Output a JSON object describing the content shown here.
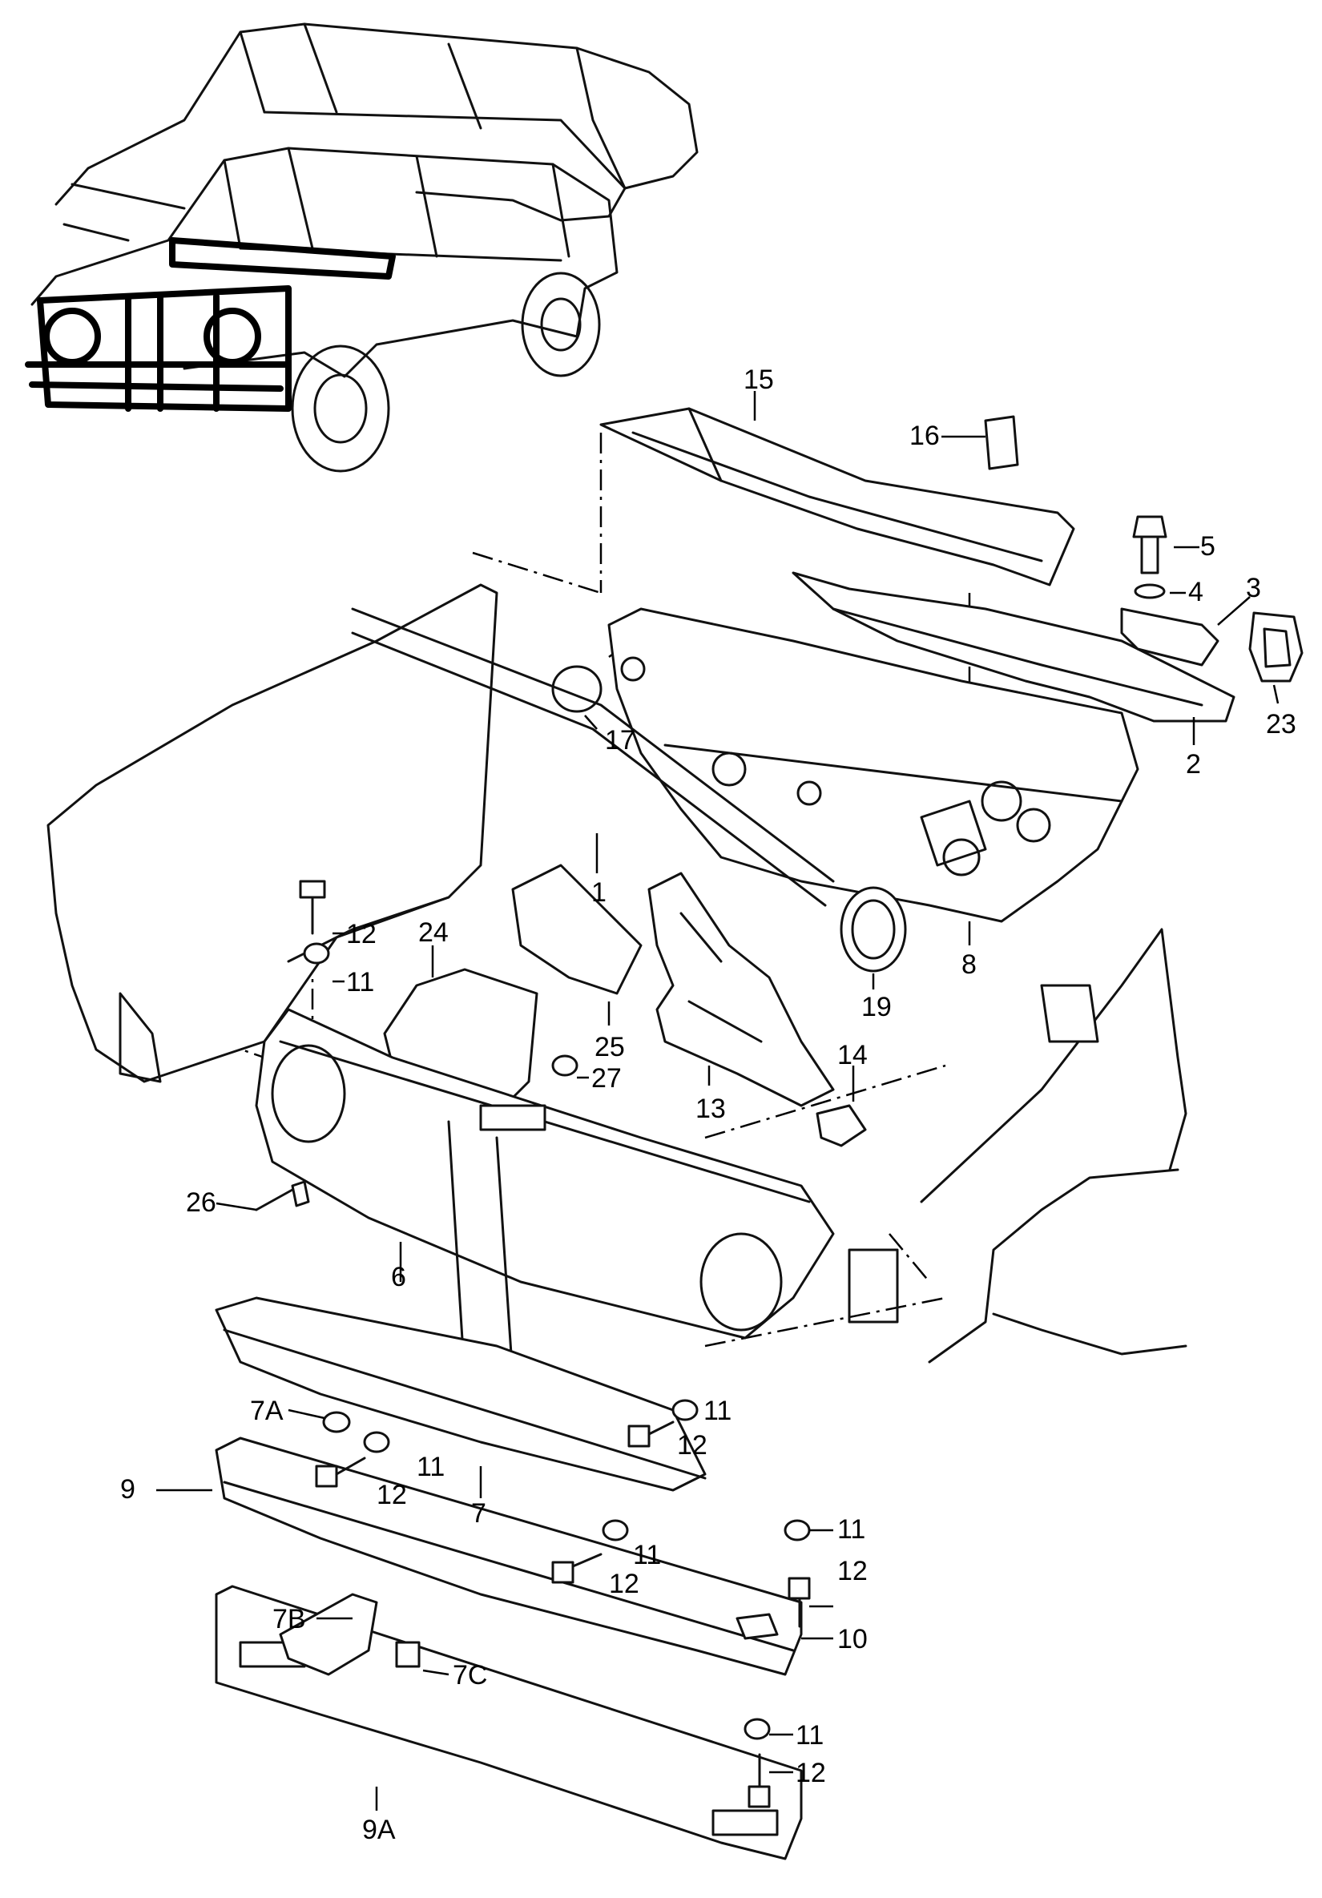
{
  "labels": {
    "p1": "1",
    "p2": "2",
    "p3": "3",
    "p4": "4",
    "p5": "5",
    "p6": "6",
    "p7": "7",
    "p7A": "7A",
    "p7B": "7B",
    "p7C": "7C",
    "p8": "8",
    "p9": "9",
    "p9A": "9A",
    "p10": "10",
    "p11": "11",
    "p12": "12",
    "p13": "13",
    "p14": "14",
    "p15": "15",
    "p16": "16",
    "p17": "17",
    "p19": "19",
    "p23": "23",
    "p24": "24",
    "p25": "25",
    "p26": "26",
    "p27": "27"
  }
}
